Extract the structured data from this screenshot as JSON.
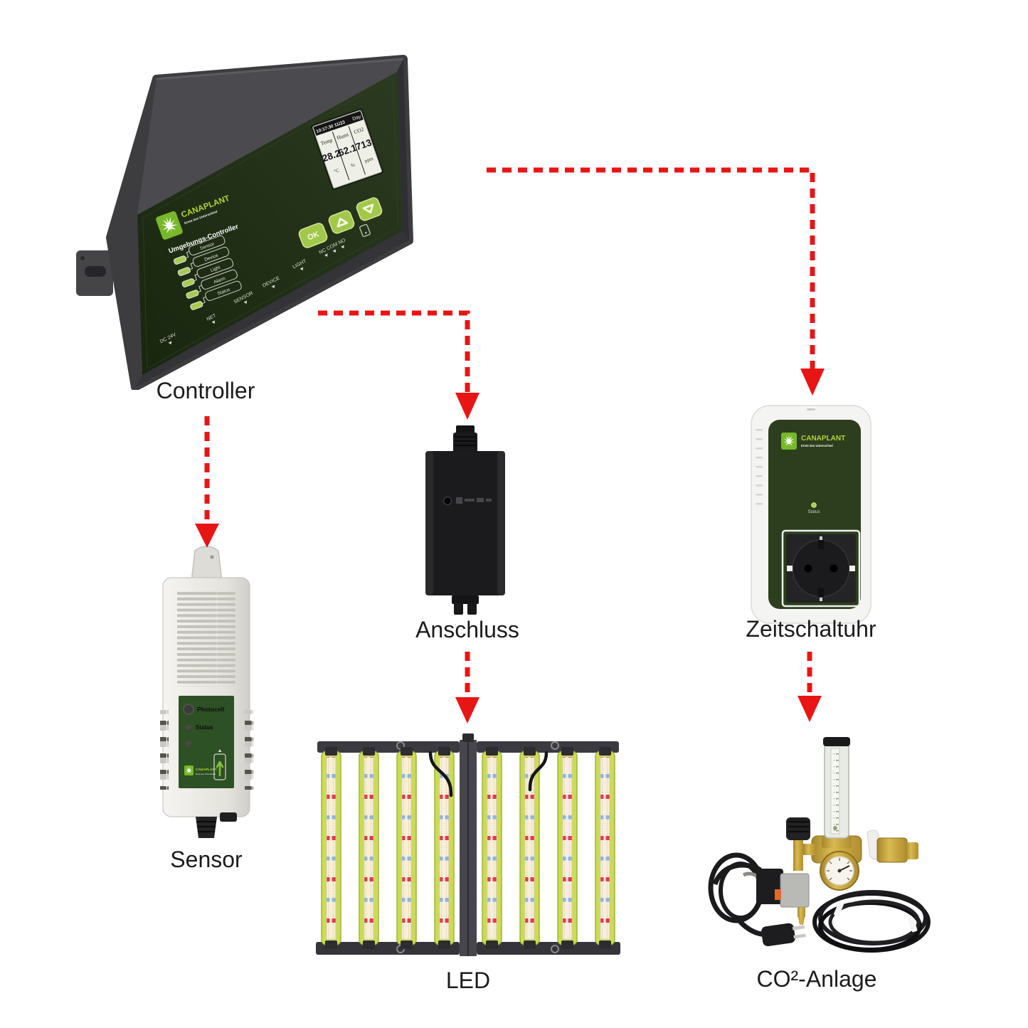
{
  "colors": {
    "arrow": "#e81515",
    "brand": "#76b82a",
    "brandtext": "#b5d334",
    "lime": "#a2c84a",
    "facegreen": "#22301a",
    "timerface": "#2c3e1d",
    "sensorface": "#2d5024"
  },
  "diagram_labels": {
    "controller": "Controller",
    "sensor": "Sensor",
    "anschluss": "Anschluss",
    "zeitschaltuhr": "Zeitschaltuhr",
    "led": "LED",
    "co2": "CO²-Anlage"
  },
  "controller": {
    "brand": "CANAPLANT",
    "tagline": "Ernte den Unterschied",
    "panel_title": "Umgebungs-Controller",
    "status_rows": [
      "Sensor",
      "Device",
      "Light",
      "Alarm",
      "Status"
    ],
    "display": {
      "time": "10:17:30 11/23",
      "mode": "Day",
      "columns": [
        {
          "label": "Temp",
          "value": "28.2",
          "unit": "°C"
        },
        {
          "label": "Humi",
          "value": "62.1",
          "unit": "%"
        },
        {
          "label": "CO2",
          "value": "713",
          "unit": "ppm"
        }
      ]
    },
    "ok_button": "OK",
    "ports": [
      "DC 24V",
      "NET",
      "SENSOR",
      "DEVICE",
      "LIGHT",
      "NC  COM  NO"
    ]
  },
  "sensor_device": {
    "photocell_label": "Photocell",
    "status_label": "Status",
    "brand": "CANAPLANT",
    "tagline": "Ernte den Unterschied"
  },
  "timer_device": {
    "brand": "CANAPLANT",
    "tagline": "Ernte den Unterschied",
    "status_label": "Status"
  }
}
